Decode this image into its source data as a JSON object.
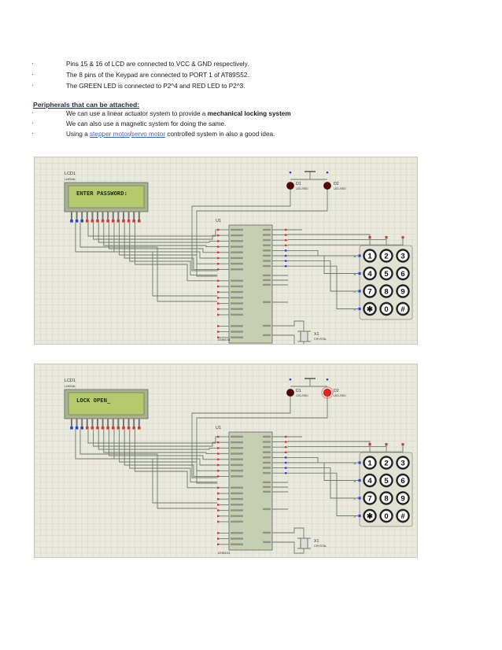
{
  "bullets_top": [
    {
      "marker": "·",
      "text": "Pins 15 & 16 of LCD are connected to VCC & GND respectively."
    },
    {
      "marker": "·",
      "text": "The 8 pins of the Keypad are connected to PORT 1 of AT89S52."
    },
    {
      "marker": "·",
      "text": "The GREEN LED is connected to P2^4 and RED LED to P2^3."
    }
  ],
  "section_heading": "Peripherals that can be attached:",
  "peripherals": {
    "item1_prefix": "We can use a linear actuator system to provide a ",
    "item1_bold": "mechanical locking system",
    "item2": "We can also use a magnetic system for doing the same.",
    "item3_prefix": "Using a ",
    "item3_link1": "stepper motor",
    "item3_sep": "/",
    "item3_link2": "servo motor",
    "item3_suffix": " controlled system in also a good idea.",
    "marker": "·"
  },
  "schematic_top": {
    "lcd_ref": "LCD1",
    "lcd_part": "LM016L",
    "lcd_text": "ENTER PASSWORD:",
    "mcu_ref": "U1",
    "mcu_part": "AT89C51",
    "led1_ref": "D1",
    "led1_part": "LED-RED",
    "led2_ref": "D2",
    "led2_part": "LED-RED",
    "xtal_ref": "X1",
    "xtal_part": "CRYSTAL",
    "led2_lit": false
  },
  "schematic_bottom": {
    "lcd_ref": "LCD1",
    "lcd_part": "LM016L",
    "lcd_text": "LOCK OPEN_",
    "mcu_ref": "U1",
    "mcu_part": "AT89C51",
    "led1_ref": "D1",
    "led1_part": "LED-RED",
    "led2_ref": "D2",
    "led2_part": "LED-RED",
    "xtal_ref": "X1",
    "xtal_part": "CRYSTAL",
    "led2_lit": true
  },
  "keypad_keys": [
    "1",
    "2",
    "3",
    "4",
    "5",
    "6",
    "7",
    "8",
    "9",
    "✱",
    "0",
    "#"
  ],
  "keypad_row_labels": [
    "A",
    "B",
    "C",
    "D"
  ],
  "colors": {
    "grid_bg": "#e9e9dd",
    "grid_line": "#d3d3c6",
    "wire": "#6d7a6d",
    "lcd_screen": "#b7c96d",
    "lcd_text": "#1c2a10",
    "mcu_body": "#c7cfb2",
    "pin_red": "#d23a3a",
    "pin_blue": "#2f3fd6",
    "led_off": "#5a0000",
    "led_on": "#ff1a1a",
    "link": "#2f6eb5"
  }
}
